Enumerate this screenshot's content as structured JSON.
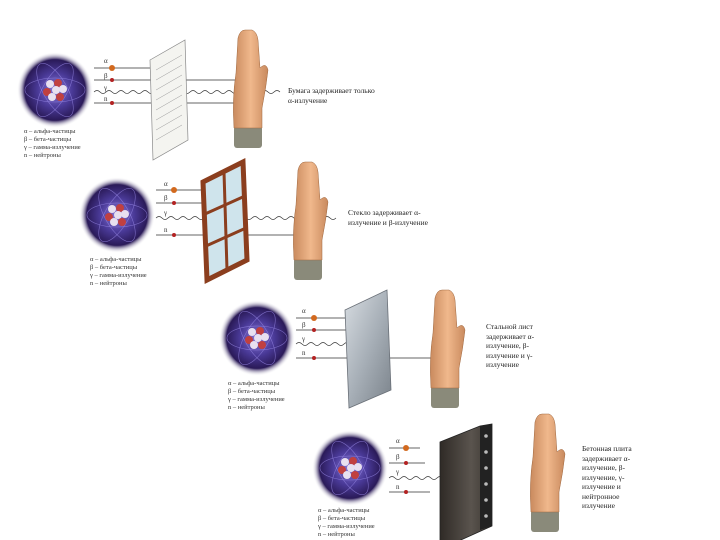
{
  "panels": [
    {
      "legend": [
        "α – альфа-частицы",
        "β – бета-частицы",
        "γ – гамма-излучение",
        "n – нейтроны"
      ],
      "particle_labels": [
        "α",
        "β",
        "γ",
        "n"
      ],
      "barrier": "paper",
      "caption": "Бумага задерживает только α-излучение"
    },
    {
      "legend": [
        "α – альфа-частицы",
        "β – бета-частицы",
        "γ – гамма-излучение",
        "n – нейтроны"
      ],
      "particle_labels": [
        "α",
        "β",
        "γ",
        "n"
      ],
      "barrier": "glass-window",
      "caption": "Стекло задерживает α-излучение и β-излучение"
    },
    {
      "legend": [
        "α – альфа-частицы",
        "β – бета-частицы",
        "γ – гамма-излучение",
        "n – нейтроны"
      ],
      "particle_labels": [
        "α",
        "β",
        "γ",
        "n"
      ],
      "barrier": "steel-sheet",
      "caption": "Стальной лист задерживает α-излучение, β-излучение и γ-излучение"
    },
    {
      "legend": [
        "α – альфа-частицы",
        "β – бета-частицы",
        "γ – гамма-излучение",
        "n – нейтроны"
      ],
      "particle_labels": [
        "α",
        "β",
        "γ",
        "n"
      ],
      "barrier": "concrete-slab",
      "caption": "Бетонная плита задерживает α-излучение, β-излучение, γ-излучение и нейтронное излучение"
    }
  ],
  "colors": {
    "nucleus_glow": "#3a2a78",
    "alpha": "#d2691e",
    "beta": "#b22222",
    "skin": "#e8a878",
    "sleeve": "#8a8a7a",
    "wood": "#8b3e1e",
    "steel": "#b8c0c8",
    "concrete": "#4a4540"
  }
}
